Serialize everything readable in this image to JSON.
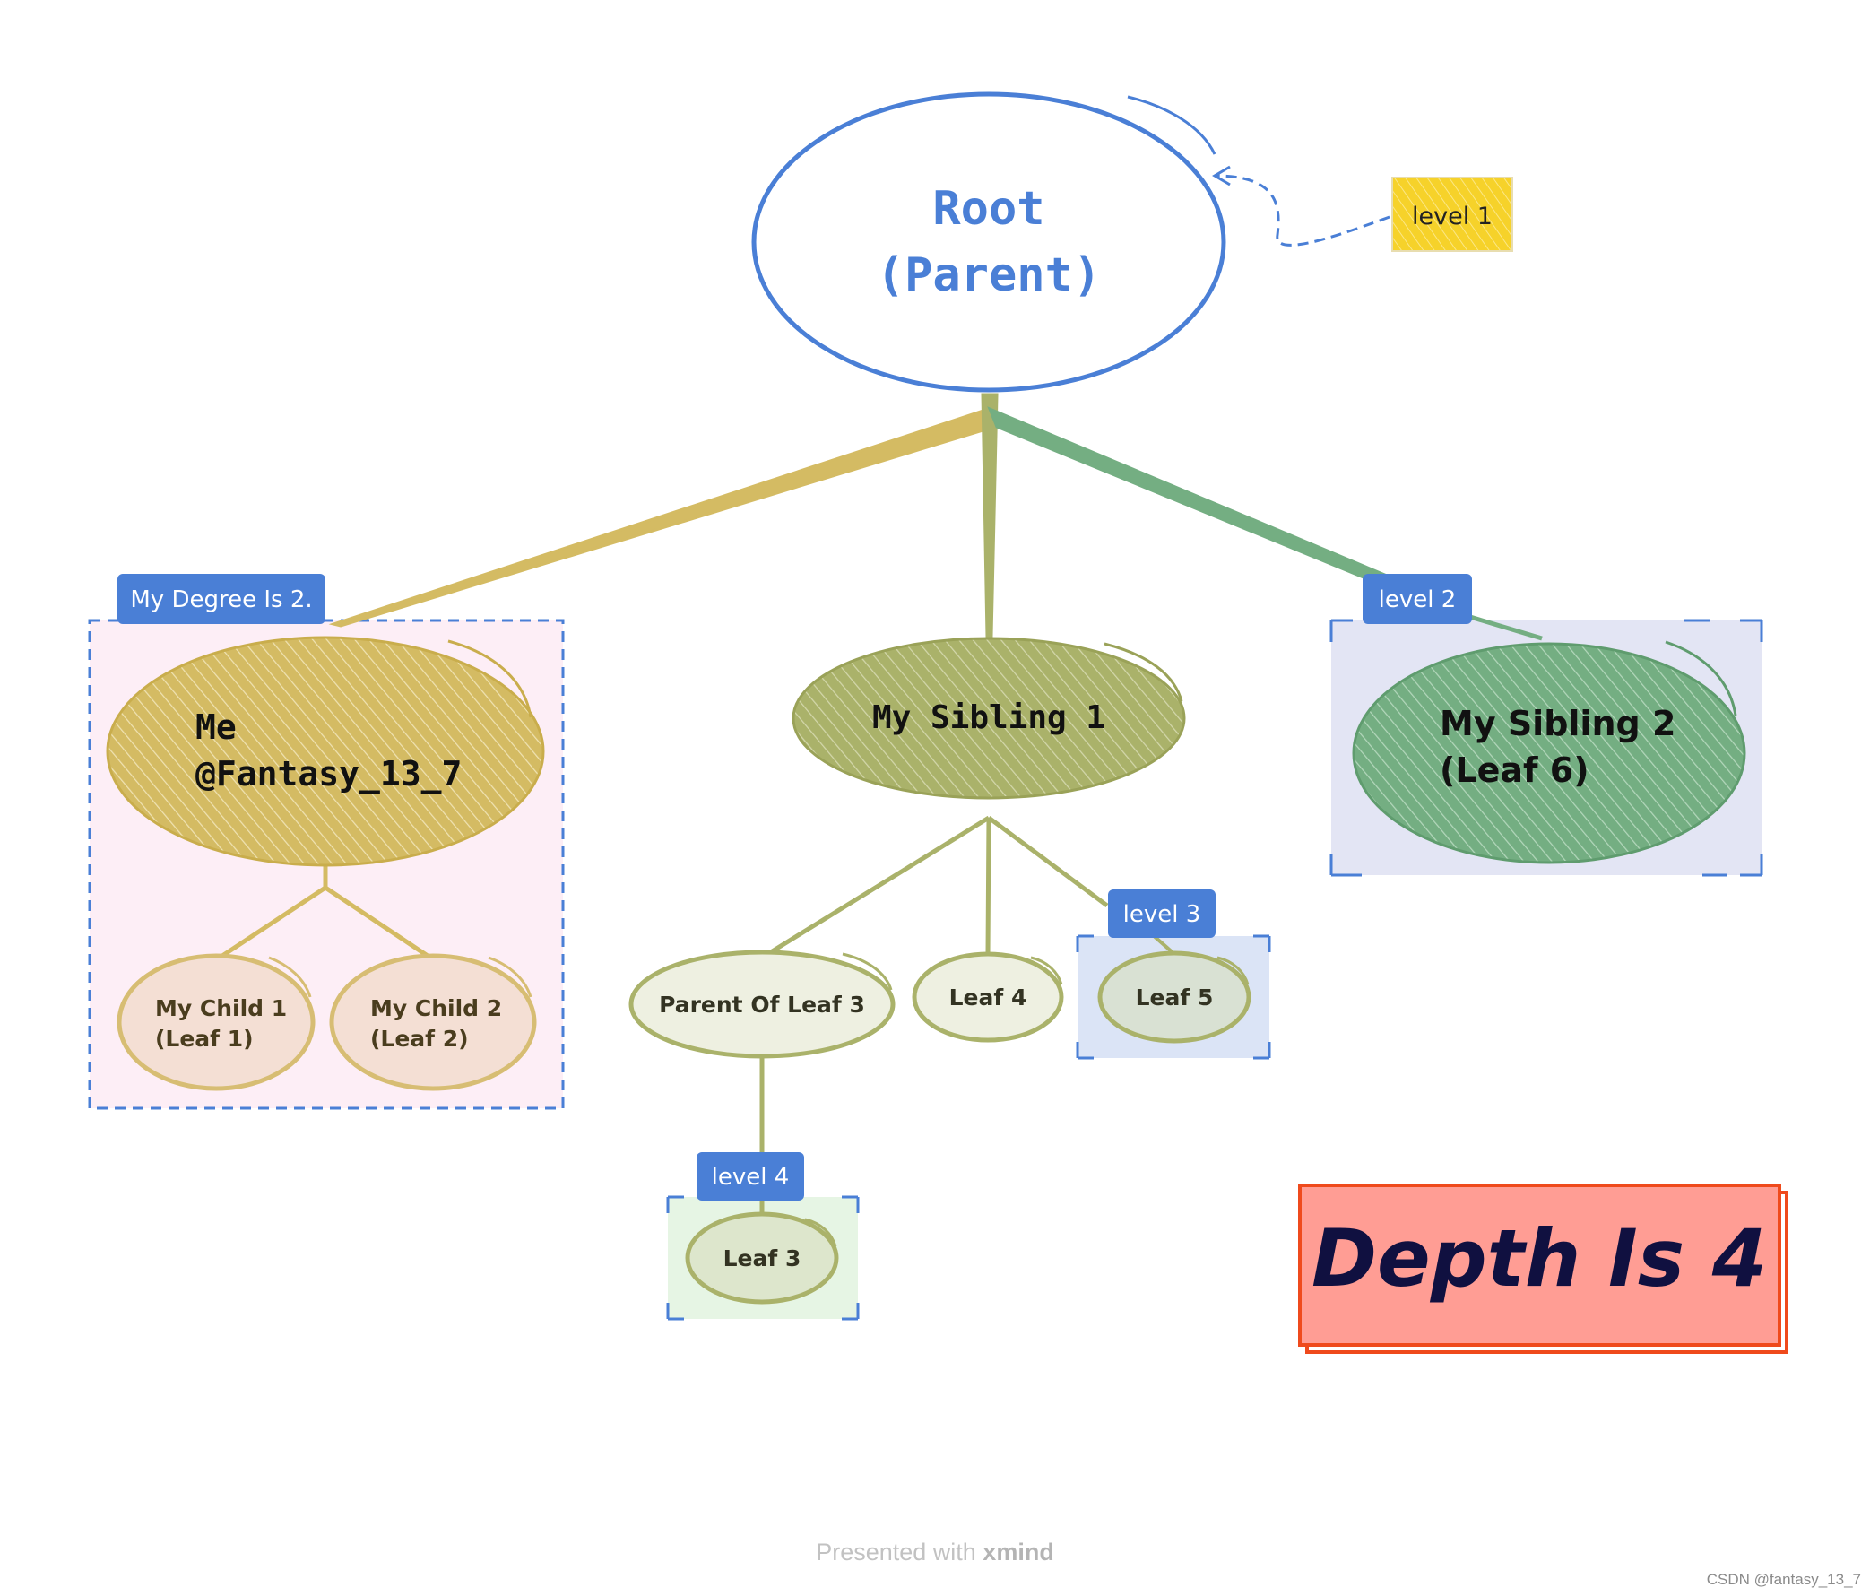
{
  "colors": {
    "blue": "#4a7fd6",
    "gold": "#d4bb63",
    "olive": "#aab26a",
    "green": "#74ae82",
    "pink_bg": "#fdeef6",
    "lavender_bg": "#e3e5f4",
    "lightblue_bg": "#dbe4f6",
    "mint_bg": "#e6f5e4",
    "note_yellow": "#f6d22a",
    "depth_fill": "#ff9d94",
    "depth_border": "#ef4a1c"
  },
  "root": {
    "line1": "Root",
    "line2": "(Parent)"
  },
  "level1_note": "level 1",
  "me": {
    "line1": "Me",
    "line2": "@Fantasy_13_7",
    "degree_tag": "My Degree Is 2."
  },
  "sibling1": "My Sibling 1",
  "sibling2": {
    "line1": "My Sibling 2",
    "line2": "(Leaf 6)",
    "tag": "level 2"
  },
  "child1": {
    "line1": "My Child 1",
    "line2": "(Leaf 1)"
  },
  "child2": {
    "line1": "My Child 2",
    "line2": "(Leaf 2)"
  },
  "parent_of_leaf3": "Parent Of Leaf 3",
  "leaf4": "Leaf 4",
  "leaf5": {
    "label": "Leaf 5",
    "tag": "level 3"
  },
  "leaf3": {
    "label": "Leaf 3",
    "tag": "level 4"
  },
  "depth_label": "Depth Is 4",
  "footer": {
    "prefix": "Presented with ",
    "brand": "xmind"
  },
  "credit": "CSDN @fantasy_13_7"
}
